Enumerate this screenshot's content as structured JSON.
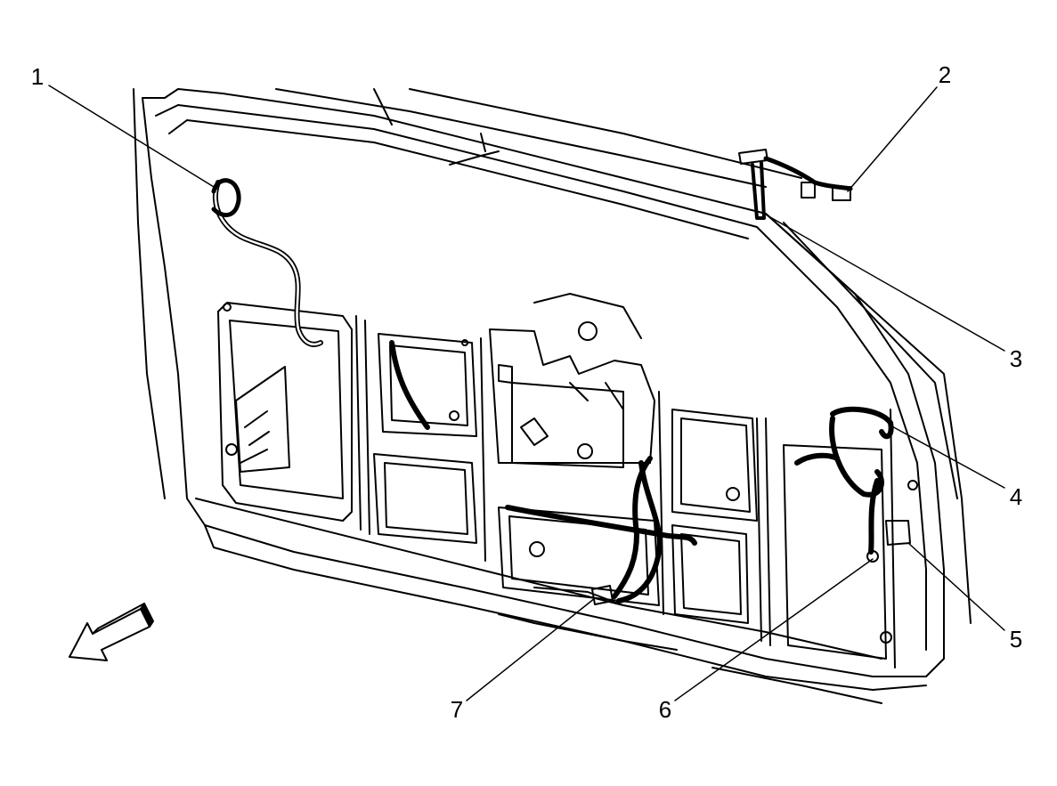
{
  "callouts": [
    {
      "id": 1,
      "label": "1"
    },
    {
      "id": 2,
      "label": "2"
    },
    {
      "id": 3,
      "label": "3"
    },
    {
      "id": 4,
      "label": "4"
    },
    {
      "id": 5,
      "label": "5"
    },
    {
      "id": 6,
      "label": "6"
    },
    {
      "id": 7,
      "label": "7"
    }
  ],
  "colors": {
    "line": "#000000",
    "background": "#ffffff"
  },
  "icons": {
    "direction_arrow": "forward-arrow-icon"
  }
}
